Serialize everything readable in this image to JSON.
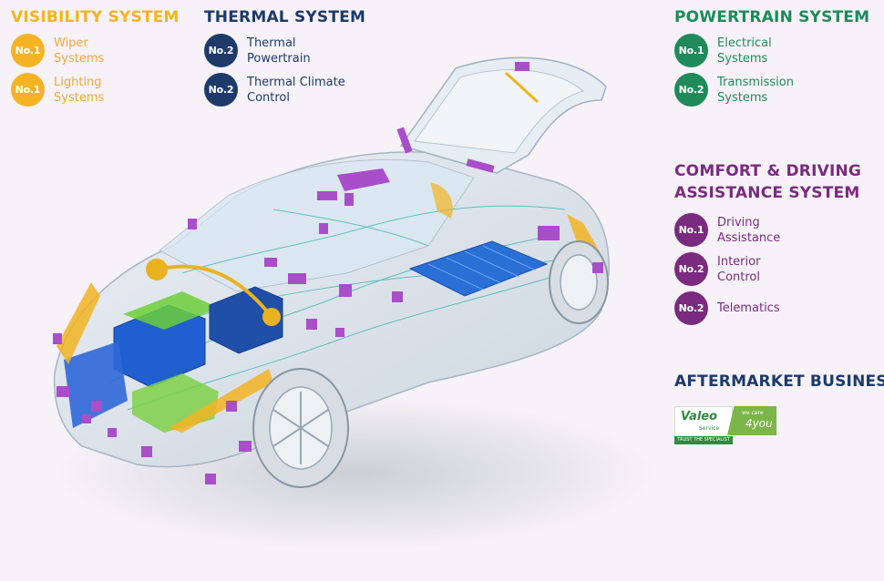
{
  "colors": {
    "visibility": "#f5b324",
    "thermal": "#1d3a6b",
    "powertrain": "#1f8a5a",
    "comfort": "#7a2a7f",
    "aftermarket": "#1d3a6b",
    "logo_green": "#2e8b3e",
    "logo_light_green": "#7ab648"
  },
  "visibility": {
    "title": "VISIBILITY SYSTEM",
    "items": [
      {
        "rank": "No.1",
        "label": "Wiper Systems"
      },
      {
        "rank": "No.1",
        "label": "Lighting Systems"
      }
    ]
  },
  "thermal": {
    "title": "THERMAL SYSTEM",
    "items": [
      {
        "rank": "No.2",
        "label": "Thermal Powertrain"
      },
      {
        "rank": "No.2",
        "label": "Thermal Climate Control"
      }
    ]
  },
  "powertrain": {
    "title": "POWERTRAIN SYSTEM",
    "items": [
      {
        "rank": "No.1",
        "label": "Electrical Systems"
      },
      {
        "rank": "No.2",
        "label": "Transmission Systems"
      }
    ]
  },
  "comfort": {
    "title_line1": "COMFORT & DRIVING",
    "title_line2": "ASSISTANCE SYSTEM",
    "items": [
      {
        "rank": "No.1",
        "label": "Driving Assistance"
      },
      {
        "rank": "No.2",
        "label": "Interior Control"
      },
      {
        "rank": "No.2",
        "label": "Telematics"
      }
    ]
  },
  "aftermarket": {
    "title": "AFTERMARKET BUSINESS",
    "logo": {
      "brand": "Valeo",
      "sub": "Service",
      "tagline": "TRUST THE SPECIALIST",
      "care": "we care",
      "you": "4you"
    }
  }
}
